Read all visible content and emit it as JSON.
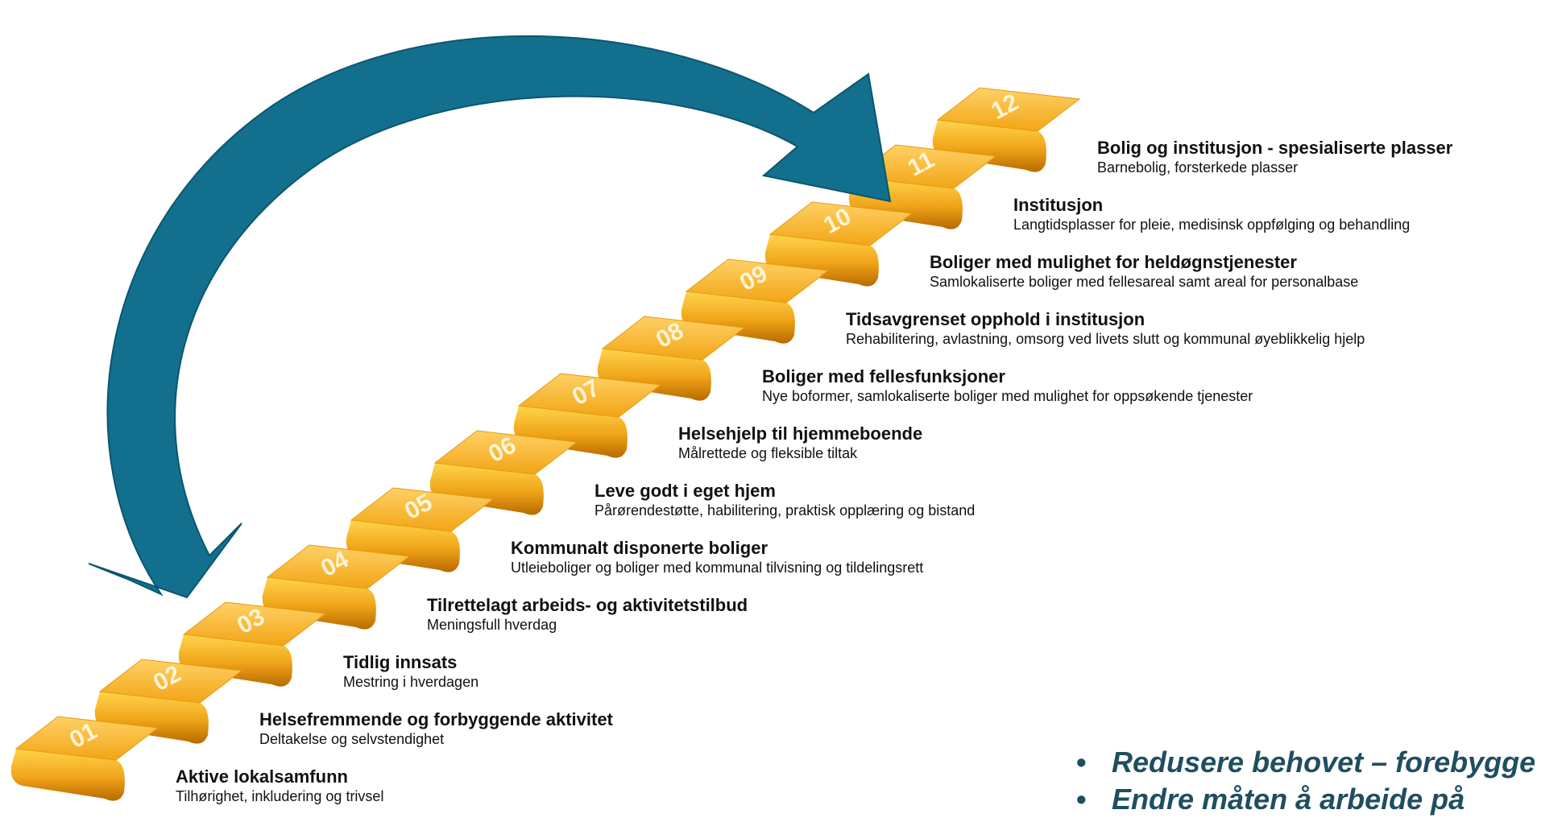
{
  "steps": [
    {
      "number": "01",
      "title": "Aktive lokalsamfunn",
      "description": "Tilhørighet, inkludering og trivsel"
    },
    {
      "number": "02",
      "title": "Helsefremmende og forbyggende aktivitet",
      "description": "Deltakelse og selvstendighet"
    },
    {
      "number": "03",
      "title": "Tidlig innsats",
      "description": "Mestring i hverdagen"
    },
    {
      "number": "04",
      "title": "Tilrettelagt arbeids- og aktivitetstilbud",
      "description": "Meningsfull hverdag"
    },
    {
      "number": "05",
      "title": "Kommunalt disponerte boliger",
      "description": "Utleieboliger og boliger med kommunal tilvisning og tildelingsrett"
    },
    {
      "number": "06",
      "title": "Leve godt i eget hjem",
      "description": "Pårørendestøtte, habilitering, praktisk opplæring og bistand"
    },
    {
      "number": "07",
      "title": "Helsehjelp til hjemmeboende",
      "description": "Målrettede og fleksible tiltak"
    },
    {
      "number": "08",
      "title": "Boliger med fellesfunksjoner",
      "description": "Nye boformer, samlokaliserte boliger med mulighet for oppsøkende tjenester"
    },
    {
      "number": "09",
      "title": "Tidsavgrenset opphold i institusjon",
      "description": "Rehabilitering, avlastning, omsorg ved livets slutt og kommunal øyeblikkelig hjelp"
    },
    {
      "number": "10",
      "title": "Boliger med mulighet for heldøgnstjenester",
      "description": "Samlokaliserte boliger med fellesareal samt areal for personalbase"
    },
    {
      "number": "11",
      "title": "Institusjon",
      "description": "Langtidsplasser for pleie, medisinsk oppfølging og behandling"
    },
    {
      "number": "12",
      "title": "Bolig og institusjon - spesialiserte plasser",
      "description": "Barnebolig, forsterkede plasser"
    }
  ],
  "bullets": [
    "Redusere behovet – forebygge",
    "Endre måten å arbeide på"
  ],
  "colors": {
    "step_top": "#f7b21f",
    "step_front_light": "#ffcb45",
    "step_front_dark": "#b86a00",
    "step_text": "#fff4d6",
    "arrow": "#12708e",
    "arrow_dark": "#0b5670",
    "bullet_text": "#1f4e5f"
  },
  "icons": {
    "arrow": "curved-arrow-icon"
  }
}
